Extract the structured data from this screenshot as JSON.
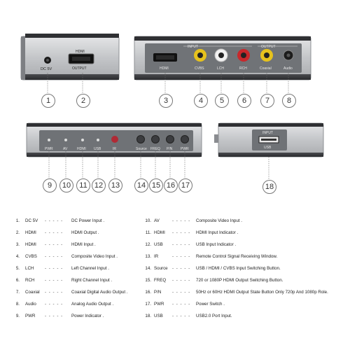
{
  "device_labels": {
    "dc5v": "DC 5V",
    "hdmi_top": "HDMI",
    "output": "OUTPUT",
    "input_header": "INPUT",
    "output_header": "OUTPUT",
    "hdmi": "HDMI",
    "cvbs": "CVBS",
    "lch": "LCH",
    "rch": "RCH",
    "coaxial": "Coaxial",
    "audio": "Audio",
    "pwr": "PWR",
    "av": "AV",
    "hdmi_front": "HDMI",
    "usb": "USB",
    "ir": "IR",
    "source": "Source",
    "freq": "FREQ",
    "pn": "P/N",
    "pwr_btn": "PWR",
    "usb_side_header": "INPUT",
    "usb_side": "USB"
  },
  "callouts": [
    "1",
    "2",
    "3",
    "4",
    "5",
    "6",
    "7",
    "8",
    "9",
    "10",
    "11",
    "12",
    "13",
    "14",
    "15",
    "16",
    "17",
    "18"
  ],
  "legend_left": [
    {
      "num": "1.",
      "name": "DC 5V",
      "dash": "- - - - -",
      "desc": "DC Power Input ."
    },
    {
      "num": "2.",
      "name": "HDMI",
      "dash": "- - - - -",
      "desc": "HDMI Output ."
    },
    {
      "num": "3.",
      "name": "HDMI",
      "dash": "- - - - -",
      "desc": "HDMI Input ."
    },
    {
      "num": "4.",
      "name": "CVBS",
      "dash": "- - - - -",
      "desc": "Composite Video Input ."
    },
    {
      "num": "5.",
      "name": "LCH",
      "dash": "- - - - -",
      "desc": "Left Channel Input ."
    },
    {
      "num": "6.",
      "name": "RCH",
      "dash": "- - - - -",
      "desc": "Right Channel Input ."
    },
    {
      "num": "7.",
      "name": "Coaxial",
      "dash": "- - - - -",
      "desc": "Coaxial Digital Audio Output ."
    },
    {
      "num": "8.",
      "name": "Audio",
      "dash": "- - - - -",
      "desc": "Analog Audio Output ."
    },
    {
      "num": "9.",
      "name": "PWR",
      "dash": "- - - - -",
      "desc": "Power Indicator ."
    }
  ],
  "legend_right": [
    {
      "num": "10.",
      "name": "AV",
      "dash": "- - - - -",
      "desc": "Composite Video Input ."
    },
    {
      "num": "11.",
      "name": "HDMI",
      "dash": "- - - - -",
      "desc": "HDMI Input Indicator ."
    },
    {
      "num": "12.",
      "name": "USB",
      "dash": "- - - - -",
      "desc": "USB Input Indicator ."
    },
    {
      "num": "13.",
      "name": "IR",
      "dash": "- - - - -",
      "desc": "Remote Control Signal Receiving Window."
    },
    {
      "num": "14.",
      "name": "Source",
      "dash": "- - - - -",
      "desc": "USB / HDMI / CVBS Input Switching Button."
    },
    {
      "num": "15.",
      "name": "FREQ",
      "dash": "- - - - -",
      "desc": "720 or 1080P HDMI Output Switching Button."
    },
    {
      "num": "16.",
      "name": "P/N",
      "dash": "- - - - -",
      "desc": "50Hz or 60Hz HDMI Output State Button Only 720p And 1080p Role."
    },
    {
      "num": "17.",
      "name": "PWR",
      "dash": "- - - - -",
      "desc": "Power Switch ."
    },
    {
      "num": "18.",
      "name": "USB",
      "dash": "- - - - -",
      "desc": "USB2.0 Port Input."
    }
  ],
  "colors": {
    "body_silver": "#c9cbce",
    "body_dark": "#3a3b3e",
    "panel": "#6f7276",
    "rca_yellow": "#e6c21d",
    "rca_white": "#f1f1f1",
    "rca_red": "#c8282b",
    "ir_red": "#b02a35"
  }
}
